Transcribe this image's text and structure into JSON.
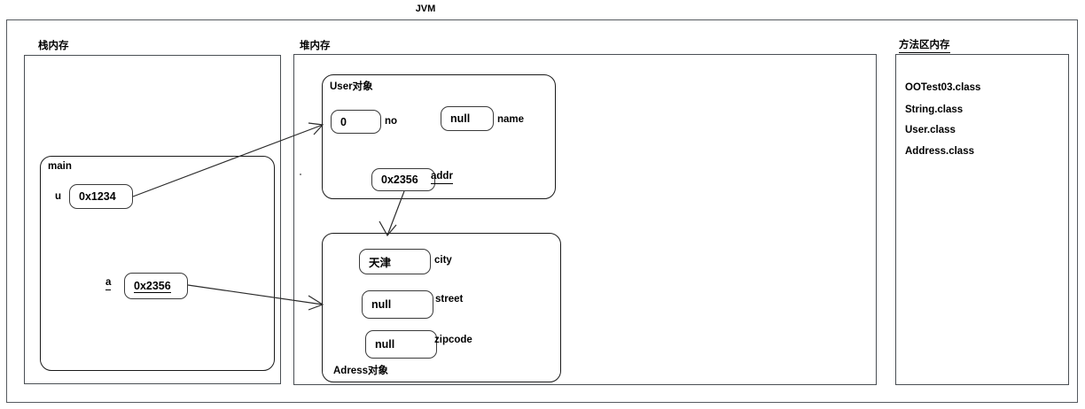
{
  "diagram": {
    "title": "JVM",
    "regions": [
      {
        "id": "stack",
        "label": "栈内存"
      },
      {
        "id": "heap",
        "label": "堆内存"
      },
      {
        "id": "method",
        "label": "方法区内存"
      }
    ]
  },
  "stack": {
    "frame_caption": "main",
    "variables": [
      {
        "name": "u",
        "value": "0x1234",
        "underlined_name": false,
        "underlined_value": false
      },
      {
        "name": "a",
        "value": "0x2356",
        "underlined_name": true,
        "underlined_value": true
      }
    ]
  },
  "heap": {
    "user_object": {
      "caption": "User对象",
      "fields": [
        {
          "name": "no",
          "value": "0",
          "underlined_name": false
        },
        {
          "name": "name",
          "value": "null",
          "underlined_name": false
        },
        {
          "name": "addr",
          "value": "0x2356",
          "underlined_name": true
        }
      ]
    },
    "address_object": {
      "caption": "Adress对象",
      "fields": [
        {
          "name": "city",
          "value": "天津"
        },
        {
          "name": "street",
          "value": "null"
        },
        {
          "name": "zipcode",
          "value": "null"
        }
      ]
    }
  },
  "method_area": {
    "classes": [
      "OOTest03.class",
      "String.class",
      "User.class",
      "Address.class"
    ]
  },
  "colors": {
    "outline": "#555a5f",
    "ink": "#1a1a1a",
    "arrow": "#2b2b2b",
    "background": "#ffffff"
  }
}
